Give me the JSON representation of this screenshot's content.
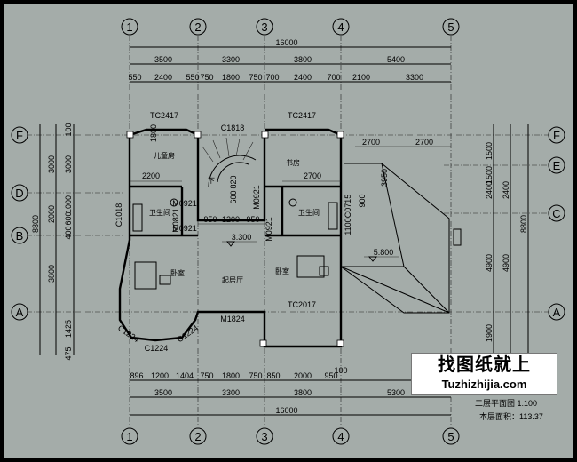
{
  "plan": {
    "total_dims": [
      "16000",
      "16000"
    ],
    "top_segments_1": [
      "3500",
      "3300",
      "3800",
      "5400"
    ],
    "top_segments_2": [
      "550",
      "2400",
      "550",
      "750",
      "1800",
      "750",
      "700",
      "2400",
      "700",
      "2100",
      "3300"
    ],
    "bottom_segments_1": [
      "896",
      "1200",
      "1404",
      "750",
      "1800",
      "750",
      "850",
      "2000",
      "950"
    ],
    "bottom_segments_2": [
      "3500",
      "3300",
      "3800",
      "5300"
    ],
    "bottom_extra": "100",
    "left_segments_1": [
      "100",
      "3000",
      "3000",
      "2000",
      "1000",
      "600",
      "400",
      "3800",
      "1425",
      "475"
    ],
    "left_total": "8800",
    "right_segments_1": [
      "1500",
      "1500",
      "2400",
      "4900",
      "1900"
    ],
    "right_segments_2": [
      "2400",
      "4900"
    ],
    "right_total": "8800",
    "grid_columns": [
      "1",
      "2",
      "3",
      "4",
      "5"
    ],
    "grid_rows_left": [
      "F",
      "D",
      "B",
      "A"
    ],
    "grid_rows_right": [
      "F",
      "E",
      "C",
      "A"
    ],
    "rooms": {
      "child": "儿童房",
      "study": "书房",
      "bath1": "卫生间",
      "bath2": "卫生间",
      "bed1": "卧室",
      "bed2": "卧室",
      "hall": "起居厅",
      "down": "下"
    },
    "openings": {
      "tc2417a": "TC2417",
      "tc2417b": "TC2417",
      "c1818": "C1818",
      "c1018": "C1018",
      "m0921a": "M0921",
      "m0921b": "M0921",
      "m0821": "M0821",
      "m0921c": "M0921",
      "m0921d": "M0921",
      "c0715": "C0715",
      "m1824": "M1824",
      "tc2017": "TC2017",
      "c1224a": "C1224",
      "c1224b": "C1224",
      "c1224c": "C1224"
    },
    "inner_dims": {
      "d2200": "2200",
      "d2700a": "2700",
      "d2700b": "2700",
      "d2700c": "2700",
      "d950a": "950",
      "d1200": "1200",
      "d950b": "950",
      "d1100": "1100",
      "d900": "900",
      "d820": "820",
      "d600": "600",
      "d3950": "3950",
      "d1800": "1800"
    },
    "levels": {
      "l1": "3.300",
      "l2": "5.800"
    }
  },
  "watermark": {
    "title": "找图纸就上",
    "url": "Tuzhizhijia.com"
  },
  "caption": "二层平面图  1:100",
  "area_text": "本层面积：113.37"
}
